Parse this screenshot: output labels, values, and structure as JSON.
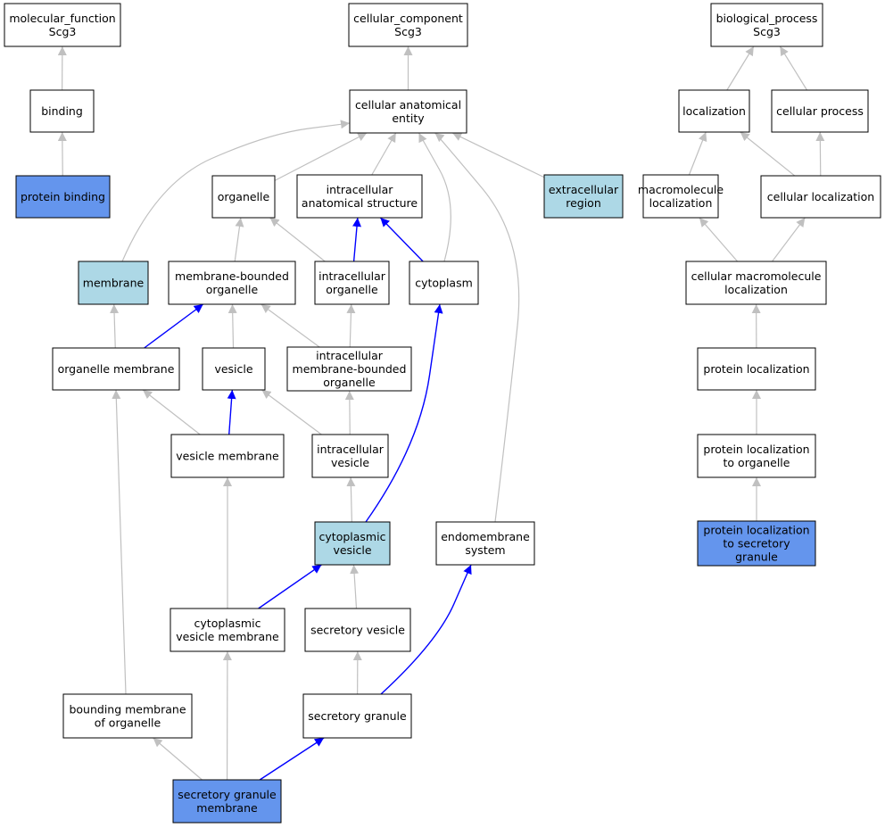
{
  "colors": {
    "node_default": "#ffffff",
    "node_highlight": "#ADD8E6",
    "node_annotated": "#6495ED",
    "edge_is_a": "#C0C0C0",
    "edge_part_of": "#0000FF",
    "border": "#000000"
  },
  "nodes": [
    {
      "id": "mf",
      "lines": [
        "molecular_function",
        "Scg3"
      ],
      "style": "default"
    },
    {
      "id": "cc",
      "lines": [
        "cellular_component",
        "Scg3"
      ],
      "style": "default"
    },
    {
      "id": "bp",
      "lines": [
        "biological_process",
        "Scg3"
      ],
      "style": "default"
    },
    {
      "id": "binding",
      "lines": [
        "binding"
      ],
      "style": "default"
    },
    {
      "id": "protein_binding",
      "lines": [
        "protein binding"
      ],
      "style": "annotated"
    },
    {
      "id": "cae",
      "lines": [
        "cellular anatomical",
        "entity"
      ],
      "style": "default"
    },
    {
      "id": "localization",
      "lines": [
        "localization"
      ],
      "style": "default"
    },
    {
      "id": "cellular_process",
      "lines": [
        "cellular process"
      ],
      "style": "default"
    },
    {
      "id": "organelle",
      "lines": [
        "organelle"
      ],
      "style": "default"
    },
    {
      "id": "ias",
      "lines": [
        "intracellular",
        "anatomical structure"
      ],
      "style": "default"
    },
    {
      "id": "extracellular",
      "lines": [
        "extracellular",
        "region"
      ],
      "style": "highlight"
    },
    {
      "id": "macro_loc",
      "lines": [
        "macromolecule",
        "localization"
      ],
      "style": "default"
    },
    {
      "id": "cell_loc",
      "lines": [
        "cellular localization"
      ],
      "style": "default"
    },
    {
      "id": "membrane",
      "lines": [
        "membrane"
      ],
      "style": "highlight"
    },
    {
      "id": "mbo",
      "lines": [
        "membrane-bounded",
        "organelle"
      ],
      "style": "default"
    },
    {
      "id": "io",
      "lines": [
        "intracellular",
        "organelle"
      ],
      "style": "default"
    },
    {
      "id": "cytoplasm",
      "lines": [
        "cytoplasm"
      ],
      "style": "default"
    },
    {
      "id": "cml",
      "lines": [
        "cellular macromolecule",
        "localization"
      ],
      "style": "default"
    },
    {
      "id": "org_mem",
      "lines": [
        "organelle membrane"
      ],
      "style": "default"
    },
    {
      "id": "vesicle",
      "lines": [
        "vesicle"
      ],
      "style": "default"
    },
    {
      "id": "imbo",
      "lines": [
        "intracellular",
        "membrane-bounded",
        "organelle"
      ],
      "style": "default"
    },
    {
      "id": "prot_loc",
      "lines": [
        "protein localization"
      ],
      "style": "default"
    },
    {
      "id": "ves_mem",
      "lines": [
        "vesicle membrane"
      ],
      "style": "default"
    },
    {
      "id": "iv",
      "lines": [
        "intracellular",
        "vesicle"
      ],
      "style": "default"
    },
    {
      "id": "plto",
      "lines": [
        "protein localization",
        "to organelle"
      ],
      "style": "default"
    },
    {
      "id": "cyt_ves",
      "lines": [
        "cytoplasmic",
        "vesicle"
      ],
      "style": "highlight"
    },
    {
      "id": "endomem",
      "lines": [
        "endomembrane",
        "system"
      ],
      "style": "default"
    },
    {
      "id": "plsg",
      "lines": [
        "protein localization",
        "to secretory",
        "granule"
      ],
      "style": "annotated"
    },
    {
      "id": "cvm",
      "lines": [
        "cytoplasmic",
        "vesicle membrane"
      ],
      "style": "default"
    },
    {
      "id": "sec_ves",
      "lines": [
        "secretory vesicle"
      ],
      "style": "default"
    },
    {
      "id": "bmo",
      "lines": [
        "bounding membrane",
        "of organelle"
      ],
      "style": "default"
    },
    {
      "id": "sec_gran",
      "lines": [
        "secretory granule"
      ],
      "style": "default"
    },
    {
      "id": "sgm",
      "lines": [
        "secretory granule",
        "membrane"
      ],
      "style": "annotated"
    }
  ],
  "edges": [
    {
      "from": "binding",
      "to": "mf",
      "type": "is_a"
    },
    {
      "from": "protein_binding",
      "to": "binding",
      "type": "is_a"
    },
    {
      "from": "cae",
      "to": "cc",
      "type": "is_a"
    },
    {
      "from": "localization",
      "to": "bp",
      "type": "is_a"
    },
    {
      "from": "cellular_process",
      "to": "bp",
      "type": "is_a"
    },
    {
      "from": "organelle",
      "to": "cae",
      "type": "is_a"
    },
    {
      "from": "ias",
      "to": "cae",
      "type": "is_a"
    },
    {
      "from": "extracellular",
      "to": "cae",
      "type": "is_a"
    },
    {
      "from": "membrane",
      "to": "cae",
      "type": "is_a"
    },
    {
      "from": "cytoplasm",
      "to": "cae",
      "type": "is_a"
    },
    {
      "from": "endomem",
      "to": "cae",
      "type": "is_a"
    },
    {
      "from": "macro_loc",
      "to": "localization",
      "type": "is_a"
    },
    {
      "from": "cell_loc",
      "to": "localization",
      "type": "is_a"
    },
    {
      "from": "cell_loc",
      "to": "cellular_process",
      "type": "is_a"
    },
    {
      "from": "mbo",
      "to": "organelle",
      "type": "is_a"
    },
    {
      "from": "io",
      "to": "organelle",
      "type": "is_a"
    },
    {
      "from": "io",
      "to": "ias",
      "type": "part_of"
    },
    {
      "from": "cytoplasm",
      "to": "ias",
      "type": "part_of"
    },
    {
      "from": "cml",
      "to": "macro_loc",
      "type": "is_a"
    },
    {
      "from": "cml",
      "to": "cell_loc",
      "type": "is_a"
    },
    {
      "from": "org_mem",
      "to": "membrane",
      "type": "is_a"
    },
    {
      "from": "org_mem",
      "to": "mbo",
      "type": "part_of"
    },
    {
      "from": "vesicle",
      "to": "mbo",
      "type": "is_a"
    },
    {
      "from": "imbo",
      "to": "mbo",
      "type": "is_a"
    },
    {
      "from": "imbo",
      "to": "io",
      "type": "is_a"
    },
    {
      "from": "prot_loc",
      "to": "cml",
      "type": "is_a"
    },
    {
      "from": "ves_mem",
      "to": "org_mem",
      "type": "is_a"
    },
    {
      "from": "ves_mem",
      "to": "vesicle",
      "type": "part_of"
    },
    {
      "from": "iv",
      "to": "vesicle",
      "type": "is_a"
    },
    {
      "from": "iv",
      "to": "imbo",
      "type": "is_a"
    },
    {
      "from": "plto",
      "to": "prot_loc",
      "type": "is_a"
    },
    {
      "from": "cyt_ves",
      "to": "iv",
      "type": "is_a"
    },
    {
      "from": "cyt_ves",
      "to": "cytoplasm",
      "type": "part_of"
    },
    {
      "from": "plsg",
      "to": "plto",
      "type": "is_a"
    },
    {
      "from": "cvm",
      "to": "ves_mem",
      "type": "is_a"
    },
    {
      "from": "cvm",
      "to": "cyt_ves",
      "type": "part_of"
    },
    {
      "from": "sec_ves",
      "to": "cyt_ves",
      "type": "is_a"
    },
    {
      "from": "bmo",
      "to": "org_mem",
      "type": "is_a"
    },
    {
      "from": "sec_gran",
      "to": "sec_ves",
      "type": "is_a"
    },
    {
      "from": "sec_gran",
      "to": "endomem",
      "type": "part_of"
    },
    {
      "from": "sgm",
      "to": "bmo",
      "type": "is_a"
    },
    {
      "from": "sgm",
      "to": "cvm",
      "type": "is_a"
    },
    {
      "from": "sgm",
      "to": "sec_gran",
      "type": "part_of"
    }
  ]
}
